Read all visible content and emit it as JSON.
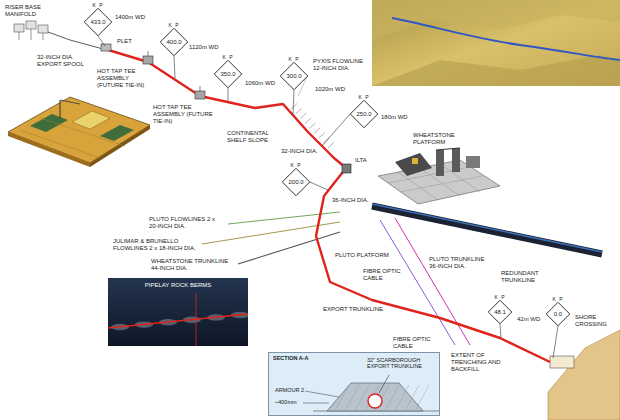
{
  "diagram": {
    "nodes": [
      {
        "text": [
          "K P",
          "433.0"
        ]
      },
      {
        "text": [
          "K P",
          "400.0"
        ]
      },
      {
        "text": [
          "K P",
          "350.0"
        ]
      },
      {
        "text": [
          "K P",
          "300.0"
        ]
      },
      {
        "text": [
          "K P",
          "250.0"
        ]
      },
      {
        "text": [
          "K P",
          "200.0"
        ]
      },
      {
        "text": [
          "PIPELAY ROCK BERMS"
        ]
      },
      {
        "text": [
          "K P",
          "48.1"
        ]
      },
      {
        "text": [
          "K P",
          "0.0"
        ]
      },
      {
        "text": [
          "SECTION A-A",
          "32\" SCARBOROUGH EXPORT TRUNKLINE",
          "ARMOUR 2",
          "~400mm"
        ]
      }
    ],
    "labels": [
      "RISER BASE MANIFOLD",
      "32-INCH DIA. EXPORT SPOOL",
      "PLET",
      "1400m WD",
      "HOT TAP TEE ASSEMBLY (FUTURE TIE-IN)",
      "1120m WD",
      "HOT TAP TEE ASSEMBLY (FUTURE TIE-IN)",
      "1060m WD",
      "PYXIS FLOWLINE 12-INCH DIA.",
      "1020m WD",
      "CONTINENTAL SHELF SLOPE",
      "180m WD",
      "WHEATSTONE PLATFORM",
      "32-INCH DIA.",
      "ILTA",
      "36-INCH DIA.",
      "PLUTO FLOWLINES 2 x 20-INCH DIA.",
      "JULIMAR & BRUNELLO FLOWLINES 2 x 18-INCH DIA.",
      "WHEATSTONE TRUNKLINE 44-INCH DIA.",
      "PLUTO PLATFORM",
      "FIBRE OPTIC CABLE",
      "PLUTO TRUNKLINE 36-INCH DIA.",
      "EXPORT TRUNKLINE",
      "FIBRE OPTIC CABLE",
      "REDUNDANT TRUNKLINE",
      "42m WD",
      "EXTENT OF TRENCHING AND BACKFILL",
      "SHORE CROSSING"
    ]
  }
}
